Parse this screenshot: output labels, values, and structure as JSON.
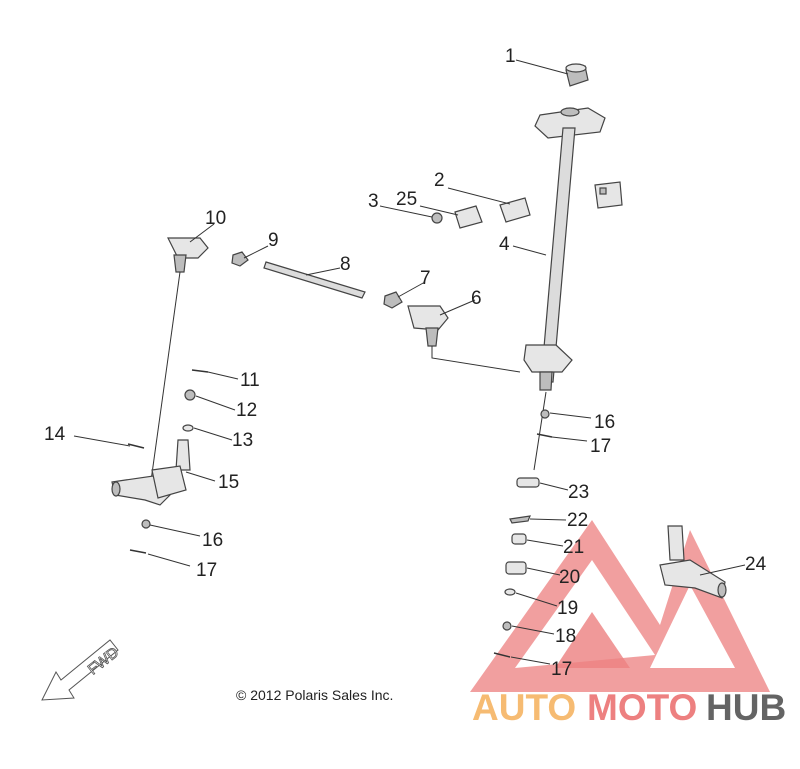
{
  "labels": {
    "p1": "1",
    "p2": "2",
    "p3": "3",
    "p4": "4",
    "p5": "25",
    "p6": "6",
    "p7": "7",
    "p8": "8",
    "p9": "9",
    "p10": "10",
    "p11": "11",
    "p12": "12",
    "p13": "13",
    "p14": "14",
    "p15": "15",
    "p16a": "16",
    "p16b": "16",
    "p17a": "17",
    "p17b": "17",
    "p17c": "17",
    "p18": "18",
    "p19": "19",
    "p20": "20",
    "p21": "21",
    "p22": "22",
    "p23": "23",
    "p24": "24"
  },
  "fwd_label": "FWD",
  "copyright": "© 2012 Polaris Sales Inc.",
  "watermark": {
    "word_auto": "AUTO",
    "word_moto": "MOTO",
    "word_hub": "HUB",
    "color_orange": "#f5b05a",
    "color_red": "#ea6a6a",
    "color_gray": "#4a4a4a"
  }
}
